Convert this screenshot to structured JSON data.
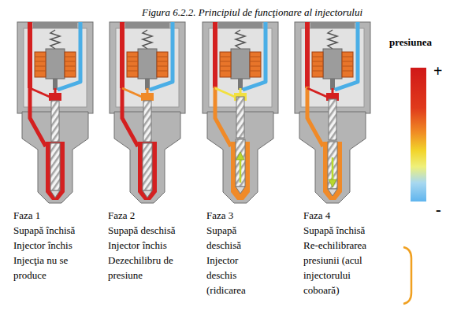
{
  "diagram": {
    "title": "Figura 6.2.2. Principiul de funcţionare al injectorului",
    "labels": [
      "Faza 1",
      "Supapă închisă",
      "Injector închis",
      "Injecţia nu se produce",
      "Faza 2",
      "Supapă deschisă",
      "Injector închis",
      "Dezechilibru de presiune",
      "Faza 3",
      "Supapă deschisă",
      "Injector deschis",
      "(ridicarea",
      "Faza 4",
      "Supapă închisă",
      "Re-echilibrarea presiunii (acul injectorului coboară)",
      "presiunea",
      "+",
      "-"
    ]
  }
}
